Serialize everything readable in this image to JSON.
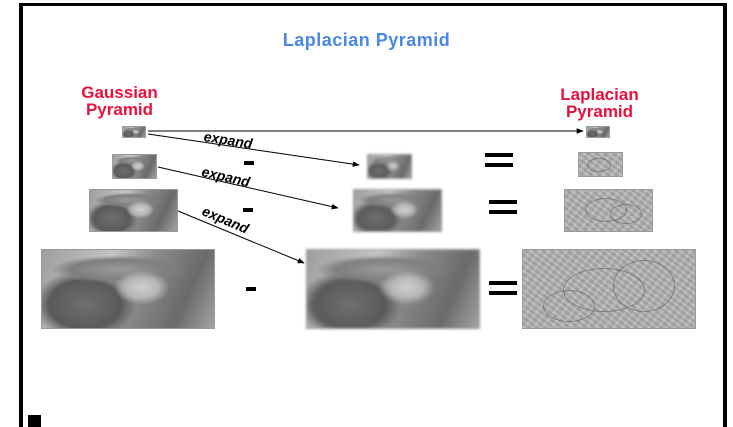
{
  "title": "Laplacian Pyramid",
  "headings": {
    "gaussian": [
      "Gaussian",
      "Pyramid"
    ],
    "laplacian": [
      "Laplacian",
      "Pyramid"
    ]
  },
  "expand_labels": [
    "expand",
    "expand",
    "expand"
  ],
  "colors": {
    "title": "#4a86e8",
    "heading": "#e8113c",
    "frame": "#000000"
  }
}
